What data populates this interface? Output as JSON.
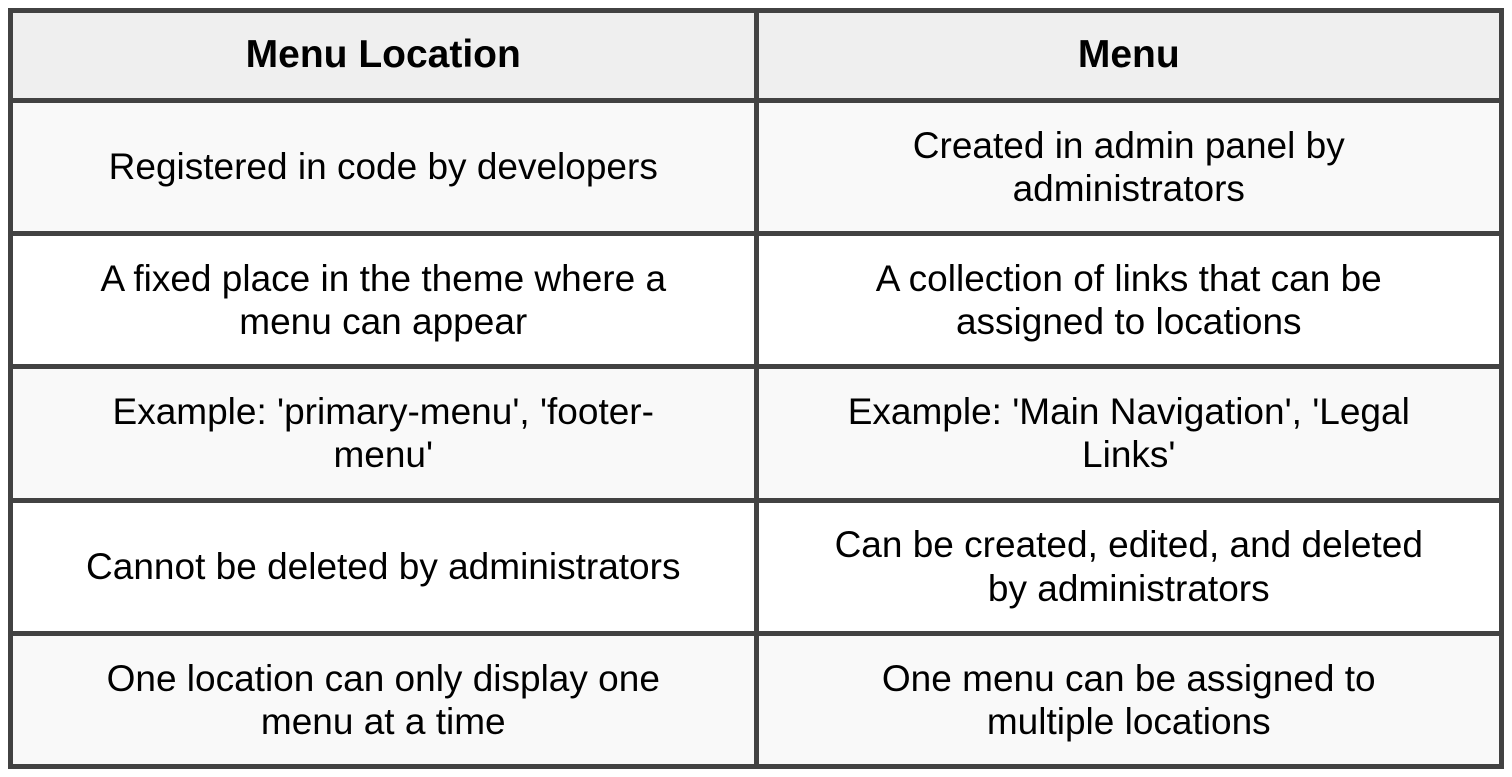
{
  "table": {
    "headers": [
      "Menu Location",
      "Menu"
    ],
    "rows": [
      [
        "Registered in code by developers",
        "Created in admin panel by\nadministrators"
      ],
      [
        "A fixed place in the theme where a\nmenu can appear",
        "A collection of links that can be\nassigned to locations"
      ],
      [
        "Example: 'primary-menu', 'footer-\nmenu'",
        "Example: 'Main Navigation', 'Legal\nLinks'"
      ],
      [
        "Cannot be deleted by administrators",
        "Can be created, edited, and deleted\nby administrators"
      ],
      [
        "One location can only display one\nmenu at a time",
        "One menu can be assigned to\nmultiple locations"
      ]
    ],
    "colors": {
      "border": "#424242",
      "header_bg": "#efefef",
      "row_odd_bg": "#f9f9f9",
      "row_even_bg": "#ffffff",
      "text": "#000000"
    }
  }
}
